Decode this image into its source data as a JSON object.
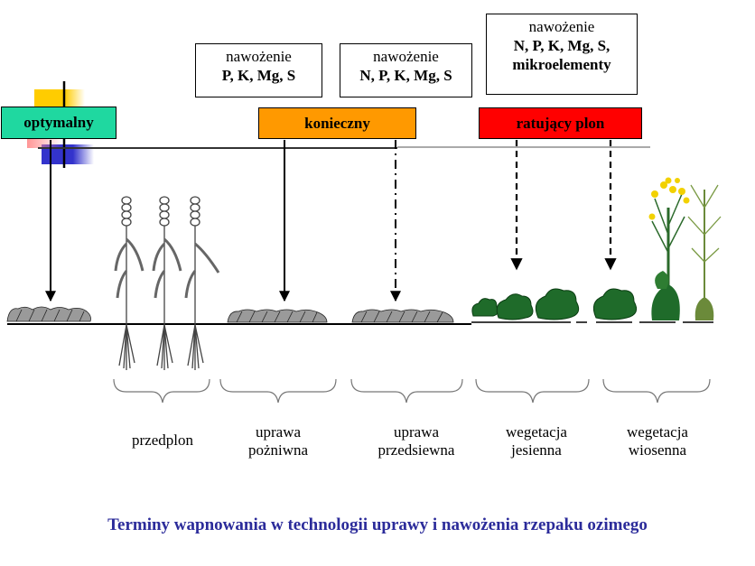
{
  "fertilization": [
    {
      "line1": "nawożenie",
      "line2": "P, K, Mg, S"
    },
    {
      "line1": "nawożenie",
      "line2": "N, P, K, Mg, S"
    },
    {
      "line1": "nawożenie",
      "line2": "N, P, K, Mg, S,",
      "line3": "mikroelementy"
    }
  ],
  "stages": [
    {
      "label": "optymalny",
      "color": "#1fd8a0"
    },
    {
      "label": "konieczny",
      "color": "#ff9900"
    },
    {
      "label": "ratujący plon",
      "color": "#ff0000"
    }
  ],
  "periods": [
    {
      "line1": "przedplon",
      "line2": ""
    },
    {
      "line1": "uprawa",
      "line2": "pożniwna"
    },
    {
      "line1": "uprawa",
      "line2": "przedsiewna"
    },
    {
      "line1": "wegetacja",
      "line2": "jesienna"
    },
    {
      "line1": "wegetacja",
      "line2": "wiosenna"
    }
  ],
  "caption": "Terminy wapnowania w technologii uprawy i nawożenia rzepaku ozimego",
  "colors": {
    "caption": "#2b2b9a",
    "accent_yellow": "#ffcc00",
    "accent_blue": "#3333cc",
    "accent_red": "#ff6666"
  }
}
